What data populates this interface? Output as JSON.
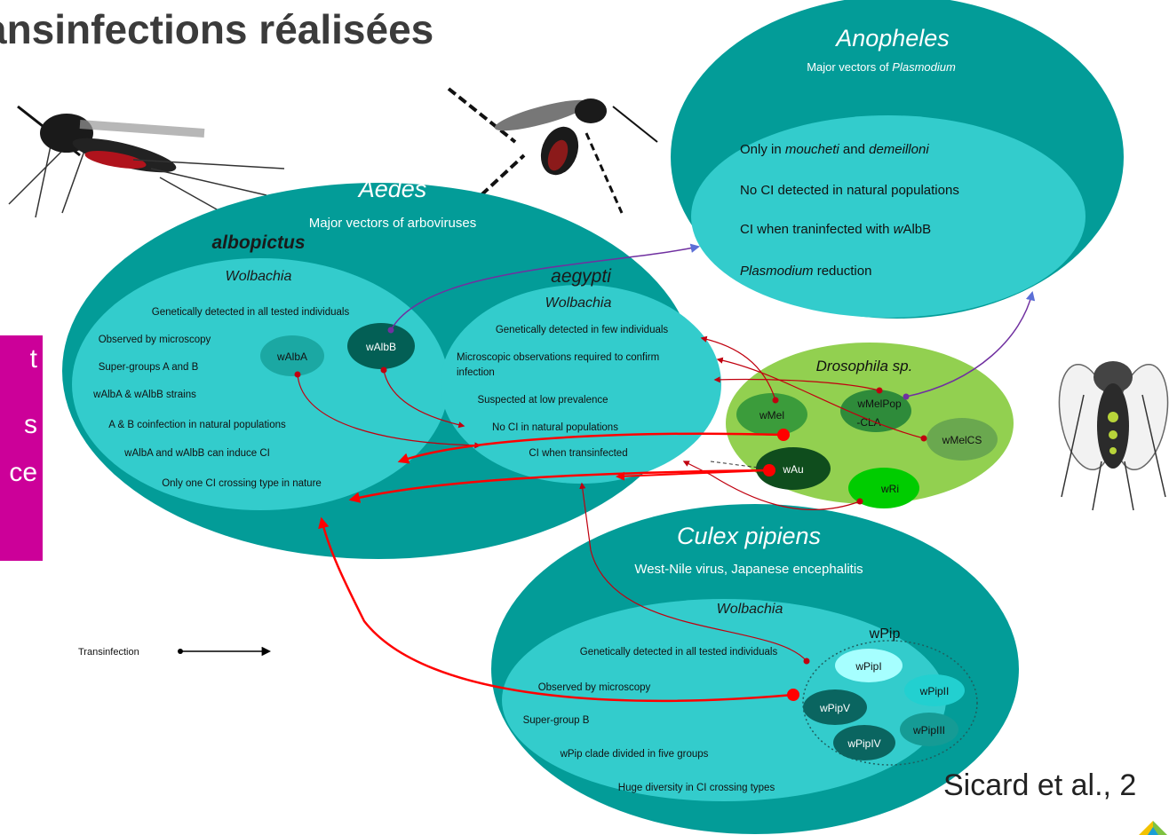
{
  "title": "ansinfections réalisées",
  "citation": "Sicard et al., 2",
  "side_box": {
    "lines": [
      "t",
      "s",
      "ce"
    ],
    "color": "#cc0099"
  },
  "anopheles": {
    "name": "Anopheles",
    "subtitle_prefix": "Major vectors of ",
    "subtitle_italic": "Plasmodium",
    "facts": [
      {
        "prefix": "Only in ",
        "i1": "moucheti",
        "mid": " and ",
        "i2": "demeilloni"
      },
      {
        "text": "No CI detected in natural populations"
      },
      {
        "prefix": "CI when traninfected with ",
        "i1": "w",
        "mid": "AlbB"
      },
      {
        "i1": "Plasmodium",
        "mid": " reduction"
      }
    ]
  },
  "aedes": {
    "name": "Aedes",
    "subtitle": "Major vectors of arboviruses",
    "albopictus": {
      "name": "albopictus",
      "wolbachia": "Wolbachia",
      "facts": [
        "Genetically detected in all tested individuals",
        "Observed by microscopy",
        "Super-groups A and B",
        "wAlbA & wAlbB strains",
        "A & B coinfection in natural populations",
        "wAlbA and wAlbB can induce CI",
        "Only one CI crossing type in nature"
      ],
      "strains": [
        "wAlbA",
        "wAlbB"
      ]
    },
    "aegypti": {
      "name": "aegypti",
      "wolbachia": "Wolbachia",
      "facts": [
        "Genetically detected in few individuals",
        "Microscopic observations required to confirm",
        "infection",
        "Suspected at low prevalence",
        "No CI in natural populations",
        "CI when transinfected"
      ]
    }
  },
  "drosophila": {
    "name": "Drosophila sp.",
    "strains": [
      "wMel",
      "wMelPop",
      "-CLA",
      "wMelCS",
      "wAu",
      "wRi"
    ]
  },
  "culex": {
    "name": "Culex pipiens",
    "subtitle": "West-Nile virus, Japanese encephalitis",
    "wolbachia": "Wolbachia",
    "facts": [
      "Genetically detected in all tested individuals",
      "Observed by microscopy",
      "Super-group B",
      "wPip clade divided in five groups",
      "Huge diversity in CI crossing types"
    ],
    "group_label": "wPip",
    "strains": [
      "wPipI",
      "wPipII",
      "wPipV",
      "wPipIII",
      "wPipIV"
    ]
  },
  "legend": {
    "label": "Transinfection"
  },
  "colors": {
    "outer_teal": "#039c98",
    "inner_cyan": "#33cccc",
    "drosophila_green": "#92d050",
    "arrow_red": "#ff0000",
    "arrow_darkred": "#c0000f",
    "arrow_purple": "#7030a0"
  }
}
